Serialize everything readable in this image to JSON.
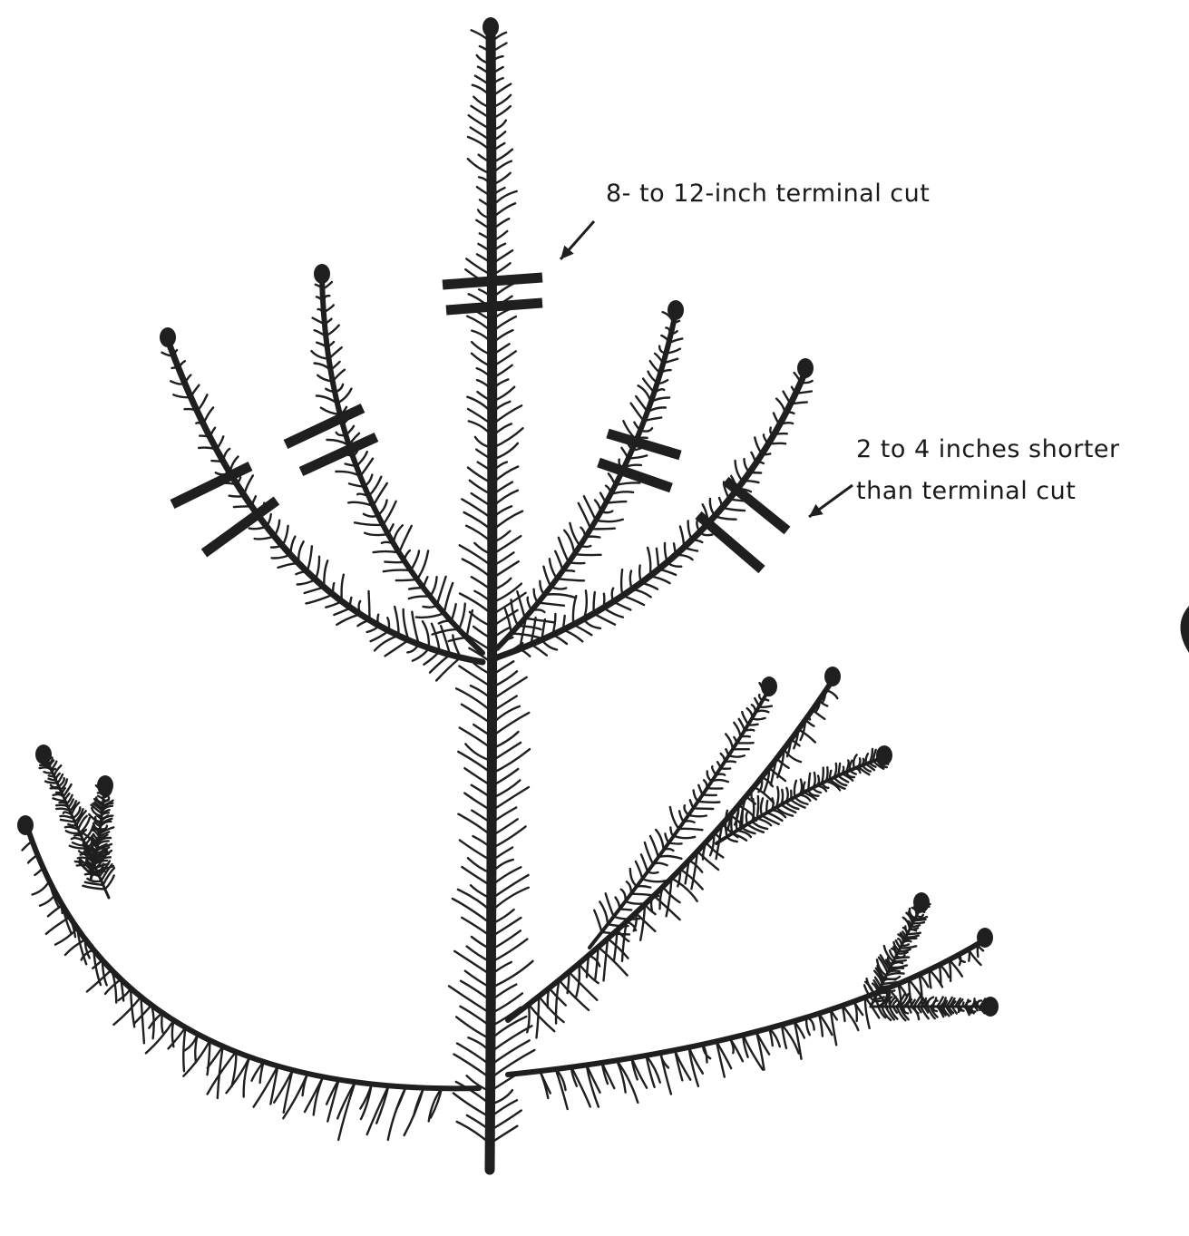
{
  "diagram": {
    "annotations": {
      "terminal_cut": "8- to 12-inch terminal cut",
      "shorter_line1": "2 to 4 inches shorter",
      "shorter_line2": "than terminal cut"
    },
    "colors": {
      "ink": "#1f1f1f",
      "background": "#ffffff"
    },
    "icons": [
      "arrow-icon",
      "cut-mark-icon",
      "bud-icon"
    ]
  }
}
